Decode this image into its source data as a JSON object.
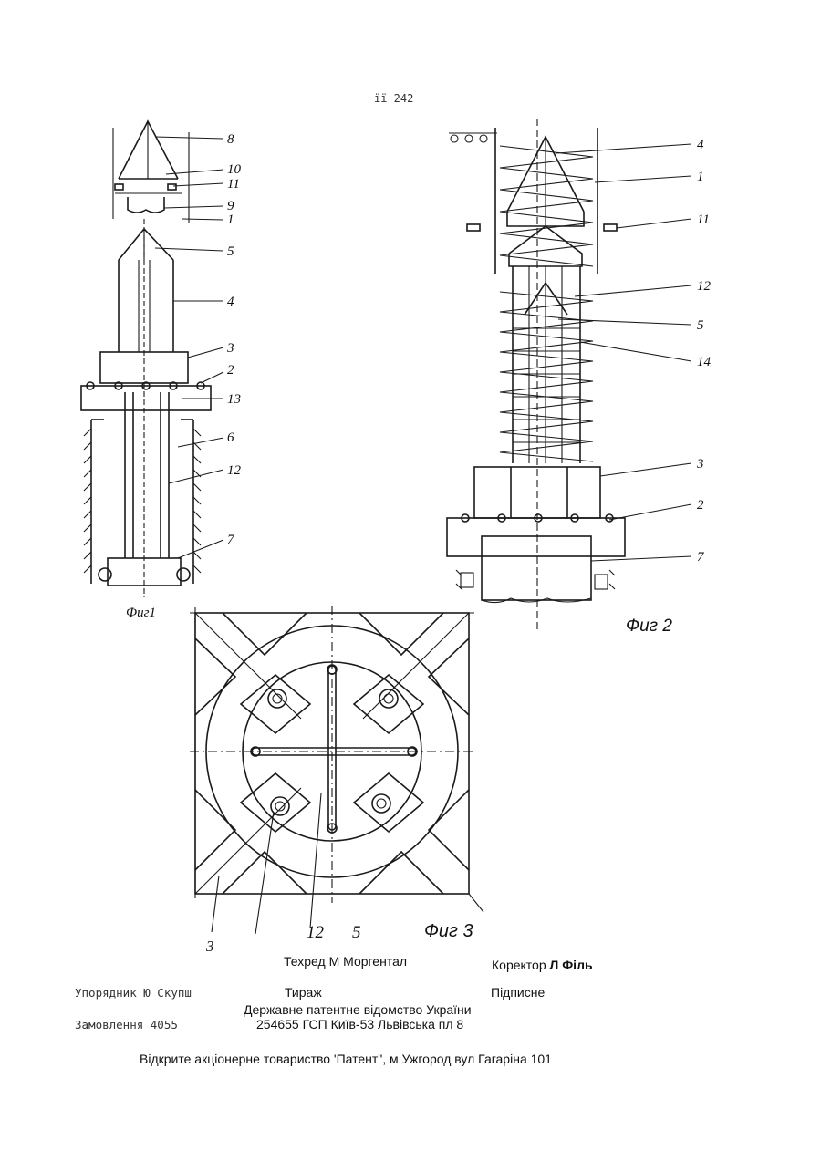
{
  "header": {
    "page_number": "ïï 242"
  },
  "fig1": {
    "caption": "Фиг1",
    "labels": [
      "8",
      "10",
      "11",
      "9",
      "1",
      "5",
      "4",
      "3",
      "2",
      "13",
      "6",
      "12",
      "7"
    ]
  },
  "fig2": {
    "caption": "Фиг 2",
    "labels": [
      "4",
      "1",
      "11",
      "12",
      "5",
      "14",
      "3",
      "2",
      "7"
    ]
  },
  "fig3": {
    "caption": "Фиг 3",
    "labels": [
      "3",
      "12",
      "5"
    ]
  },
  "imprint": {
    "compiler": "Упорядник Ю Скупш",
    "order": "Замовлення 4055",
    "techred": "Техред М Моргентал",
    "corrector_prefix": "Коректор",
    "corrector_name": "Л  Філь",
    "circulation": "Тираж",
    "subscription": "Підписне",
    "office": "Державне  патентне відомство України",
    "address": "254655  ГСП    Київ-53 Львівська пл    8",
    "publisher": "Відкрите акціонерне товариство     'Патент\", м Ужгород вул Гагаріна  101"
  }
}
